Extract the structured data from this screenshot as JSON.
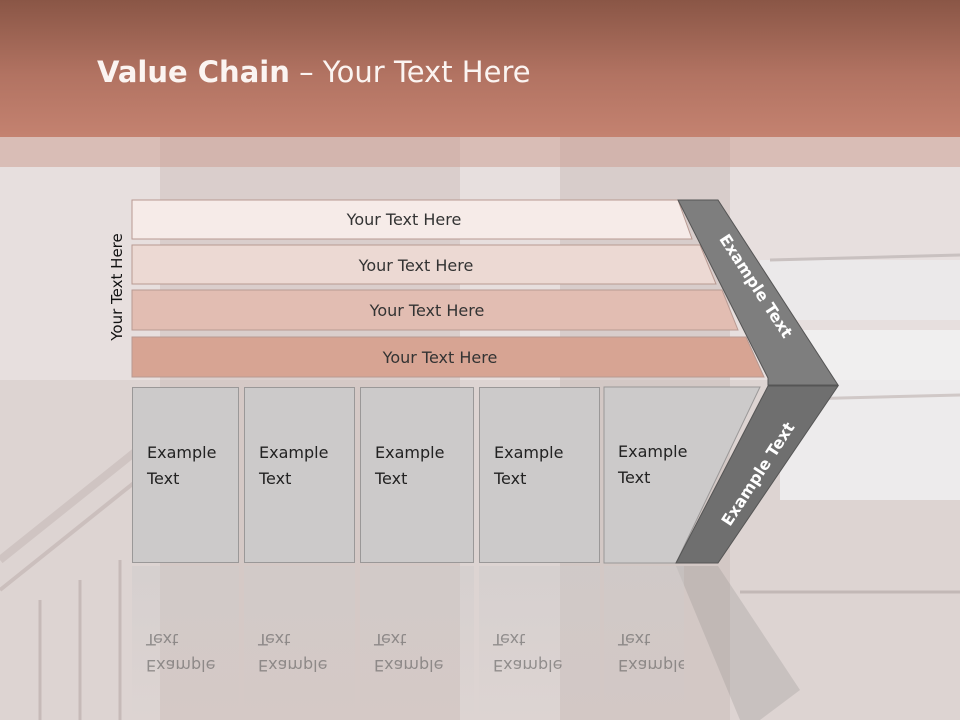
{
  "title": {
    "bold": "Value Chain",
    "rest": " – Your Text Here"
  },
  "side_label": "Your Text Here",
  "rows": [
    {
      "label": "Your Text Here",
      "color": "#f6ebe8"
    },
    {
      "label": "Your Text Here",
      "color": "#ecd9d3"
    },
    {
      "label": "Your Text Here",
      "color": "#e2bdb2"
    },
    {
      "label": "Your Text Here",
      "color": "#d7a493"
    }
  ],
  "columns": [
    {
      "label": "Example\nText"
    },
    {
      "label": "Example\nText"
    },
    {
      "label": "Example\nText"
    },
    {
      "label": "Example\nText"
    },
    {
      "label": "Example\nText"
    }
  ],
  "chevron": {
    "upper_label": "Example Text",
    "lower_label": "Example Text",
    "upper_color": "#7e7e7e",
    "lower_color": "#6f6f6f"
  },
  "colors": {
    "header": "#b27362",
    "column_fill": "#cccaca"
  }
}
